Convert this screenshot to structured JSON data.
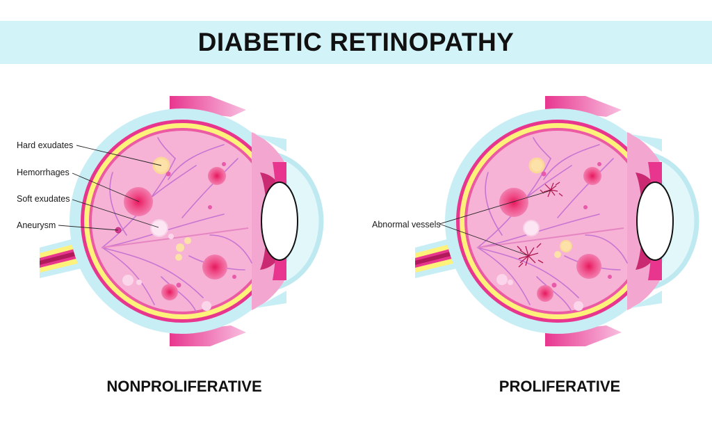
{
  "title": "DIABETIC RETINOPATHY",
  "left_eye": {
    "caption": "NONPROLIFERATIVE",
    "labels": {
      "hard_exudates": "Hard exudates",
      "hemorrhages": "Hemorrhages",
      "soft_exudates": "Soft exudates",
      "aneurysm": "Aneurysm"
    }
  },
  "right_eye": {
    "caption": "PROLIFERATIVE",
    "labels": {
      "abnormal_vessels": "Abnormal vessels"
    }
  },
  "colors": {
    "banner": "#d2f3f8",
    "sclera_blue": "#c8eef5",
    "choroid_magenta": "#e8368f",
    "retina_yellow": "#fff27a",
    "vitreous_pink": "#f6b3d6",
    "hemorrhage_red": "#e5195e",
    "exudate_yellow": "#fce2a8",
    "vessel": "#c774d2"
  }
}
